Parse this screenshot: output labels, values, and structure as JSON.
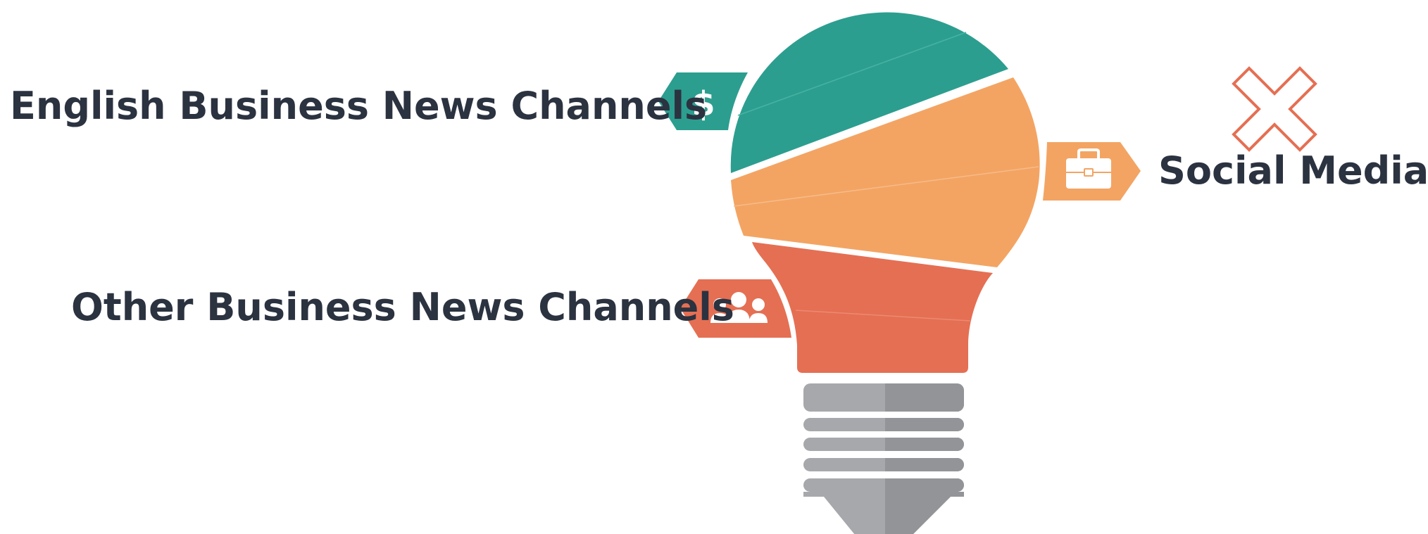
{
  "labels": {
    "english": "English Business News Channels",
    "other": "Other Business News Channels",
    "social": "Social Media*"
  },
  "colors": {
    "teal": "#2c9e8f",
    "orange": "#f3a463",
    "red_orange": "#e56f53",
    "grey_light": "#a7a8ab",
    "grey_dark": "#939497",
    "text": "#2b3240",
    "cross": "#e56f53"
  },
  "icons": {
    "english": "dollar-icon",
    "social": "briefcase-icon",
    "other": "people-group-icon",
    "social_marker": "cross-icon"
  }
}
